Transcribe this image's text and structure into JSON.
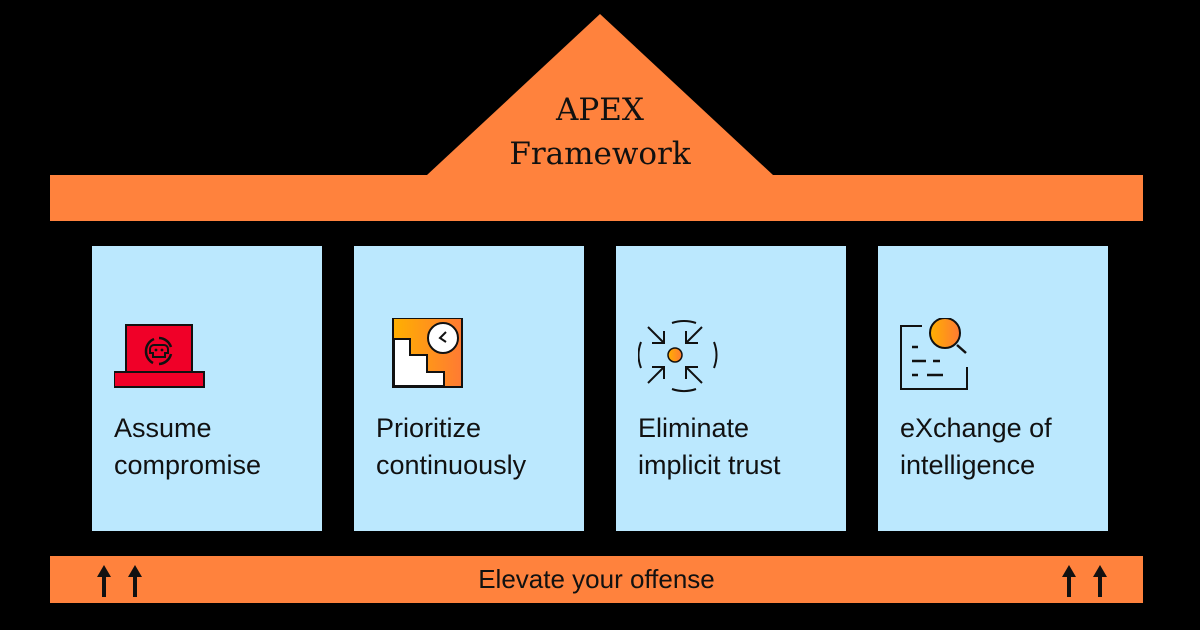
{
  "title": {
    "line1": "APEX",
    "line2": "Framework"
  },
  "colors": {
    "background": "#000000",
    "roof": "#ff823d",
    "pillar": "#bbe8fe",
    "base": "#ff823d",
    "accent_red": "#f00028",
    "accent_orange": "#ff9a1f"
  },
  "pillars": [
    {
      "icon": "compromised-laptop-icon",
      "line1": "Assume",
      "line2": "compromise"
    },
    {
      "icon": "stairs-clock-icon",
      "line1": "Prioritize",
      "line2": "continuously"
    },
    {
      "icon": "converging-arrows-icon",
      "line1": "Eliminate",
      "line2": "implicit trust"
    },
    {
      "icon": "document-search-icon",
      "line1": "eXchange of",
      "line2": "intelligence"
    }
  ],
  "base": {
    "label": "Elevate your offense",
    "left_icon": "up-arrows-icon",
    "right_icon": "up-arrows-icon"
  }
}
